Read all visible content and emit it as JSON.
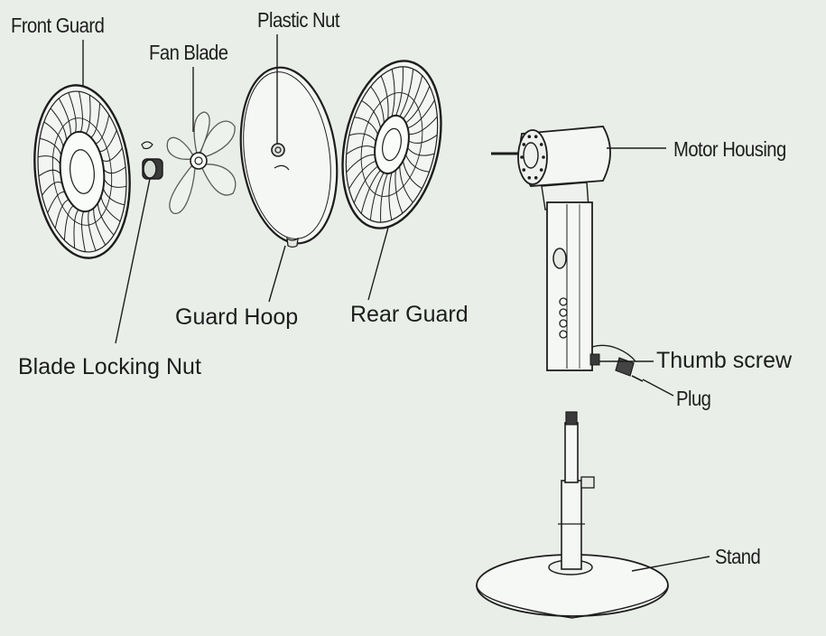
{
  "labels": {
    "front_guard": "Front Guard",
    "fan_blade": "Fan Blade",
    "plastic_nut": "Plastic Nut",
    "motor_housing": "Motor Housing",
    "guard_hoop": "Guard Hoop",
    "rear_guard": "Rear Guard",
    "blade_locking_nut": "Blade Locking Nut",
    "thumb_screw": "Thumb screw",
    "plug": "Plug",
    "stand": "Stand"
  },
  "colors": {
    "ink": "#1d1d1d",
    "background": "#e9efe8",
    "part_fill": "#f2f5f1"
  }
}
